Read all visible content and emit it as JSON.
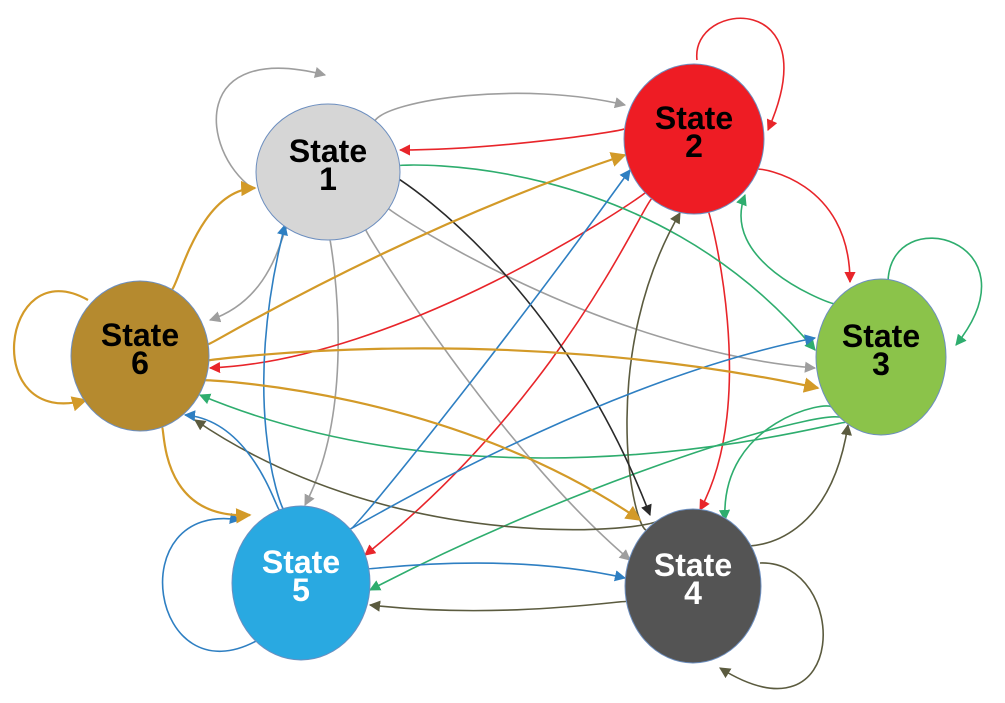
{
  "colors": {
    "gray": "#9E9E9E",
    "red": "#E8252A",
    "green": "#2EAD6E",
    "dark": "#5B5B3F",
    "blue": "#2E7FC2",
    "gold": "#D39A28",
    "black": "#2A2A2A"
  },
  "nodes": [
    {
      "id": "s1",
      "line1": "State",
      "line2": "1",
      "fill": "#D6D6D6",
      "stroke": "#6C8EBF",
      "text": "#000000"
    },
    {
      "id": "s2",
      "line1": "State",
      "line2": "2",
      "fill": "#EE1C24",
      "stroke": "#6C8EBF",
      "text": "#000000"
    },
    {
      "id": "s3",
      "line1": "State",
      "line2": "3",
      "fill": "#8BC34A",
      "stroke": "#6C8EBF",
      "text": "#000000"
    },
    {
      "id": "s4",
      "line1": "State",
      "line2": "4",
      "fill": "#545454",
      "stroke": "#6C8EBF",
      "text": "#FFFFFF"
    },
    {
      "id": "s5",
      "line1": "State",
      "line2": "5",
      "fill": "#29A9E1",
      "stroke": "#6C8EBF",
      "text": "#FFFFFF"
    },
    {
      "id": "s6",
      "line1": "State",
      "line2": "6",
      "fill": "#B58A2F",
      "stroke": "#6C8EBF",
      "text": "#000000"
    }
  ],
  "edges": [
    {
      "from": "s1",
      "to": "s1",
      "color": "gray"
    },
    {
      "from": "s1",
      "to": "s2",
      "color": "gray"
    },
    {
      "from": "s1",
      "to": "s3",
      "color": "gray"
    },
    {
      "from": "s1",
      "to": "s4",
      "color": "gray"
    },
    {
      "from": "s1",
      "to": "s5",
      "color": "gray"
    },
    {
      "from": "s1",
      "to": "s6",
      "color": "gray"
    },
    {
      "from": "s2",
      "to": "s2",
      "color": "red"
    },
    {
      "from": "s2",
      "to": "s1",
      "color": "red"
    },
    {
      "from": "s2",
      "to": "s3",
      "color": "red"
    },
    {
      "from": "s2",
      "to": "s4",
      "color": "red"
    },
    {
      "from": "s2",
      "to": "s5",
      "color": "red"
    },
    {
      "from": "s2",
      "to": "s6",
      "color": "red"
    },
    {
      "from": "s3",
      "to": "s3",
      "color": "green"
    },
    {
      "from": "s3",
      "to": "s2",
      "color": "green"
    },
    {
      "from": "s3",
      "to": "s4",
      "color": "green"
    },
    {
      "from": "s3",
      "to": "s5",
      "color": "green"
    },
    {
      "from": "s3",
      "to": "s6",
      "color": "green"
    },
    {
      "from": "s1",
      "to": "s3",
      "color": "green"
    },
    {
      "from": "s4",
      "to": "s4",
      "color": "dark"
    },
    {
      "from": "s4",
      "to": "s3",
      "color": "dark"
    },
    {
      "from": "s4",
      "to": "s2",
      "color": "dark"
    },
    {
      "from": "s4",
      "to": "s5",
      "color": "dark"
    },
    {
      "from": "s4",
      "to": "s6",
      "color": "dark"
    },
    {
      "from": "s1",
      "to": "s4",
      "color": "black"
    },
    {
      "from": "s5",
      "to": "s5",
      "color": "blue"
    },
    {
      "from": "s5",
      "to": "s1",
      "color": "blue"
    },
    {
      "from": "s5",
      "to": "s2",
      "color": "blue"
    },
    {
      "from": "s5",
      "to": "s3",
      "color": "blue"
    },
    {
      "from": "s5",
      "to": "s4",
      "color": "blue"
    },
    {
      "from": "s5",
      "to": "s6",
      "color": "blue"
    },
    {
      "from": "s6",
      "to": "s6",
      "color": "gold"
    },
    {
      "from": "s6",
      "to": "s1",
      "color": "gold"
    },
    {
      "from": "s6",
      "to": "s2",
      "color": "gold"
    },
    {
      "from": "s6",
      "to": "s3",
      "color": "gold"
    },
    {
      "from": "s6",
      "to": "s4",
      "color": "gold"
    },
    {
      "from": "s6",
      "to": "s5",
      "color": "gold"
    }
  ]
}
